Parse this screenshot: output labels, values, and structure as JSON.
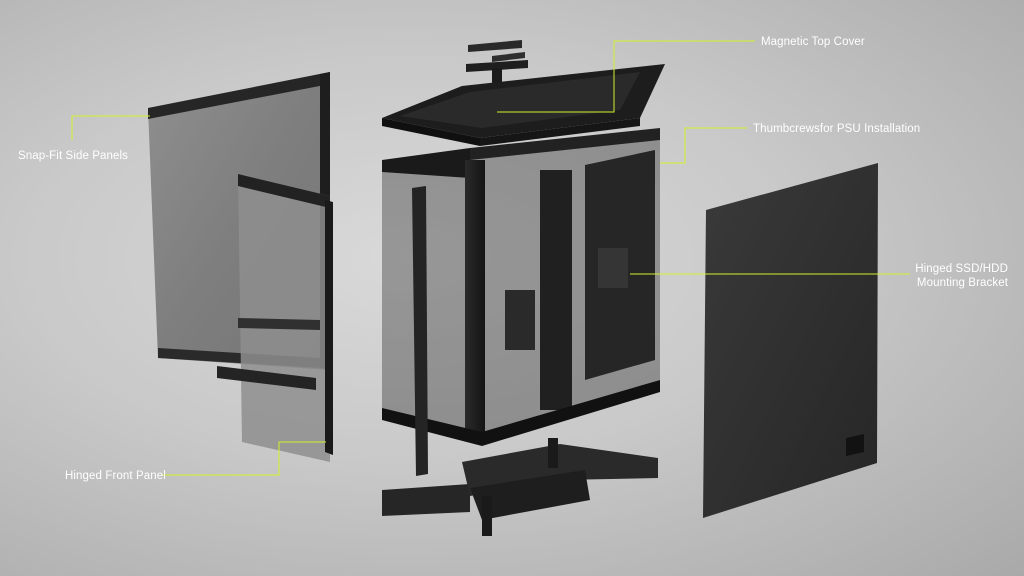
{
  "colors": {
    "callout_line": "#d4f22a",
    "label_text": "#ffffff",
    "metal": "#1c1c1c",
    "glass": "#7d7d7d"
  },
  "callouts": {
    "top_cover": "Magnetic Top Cover",
    "psu_thumbscrews": "Thumbcrewsfor PSU Installation",
    "side_panels": "Snap-Fit Side Panels",
    "front_panel": "Hinged Front Panel",
    "ssd_bracket_line1": "Hinged SSD/HDD",
    "ssd_bracket_line2": "Mounting Bracket"
  }
}
